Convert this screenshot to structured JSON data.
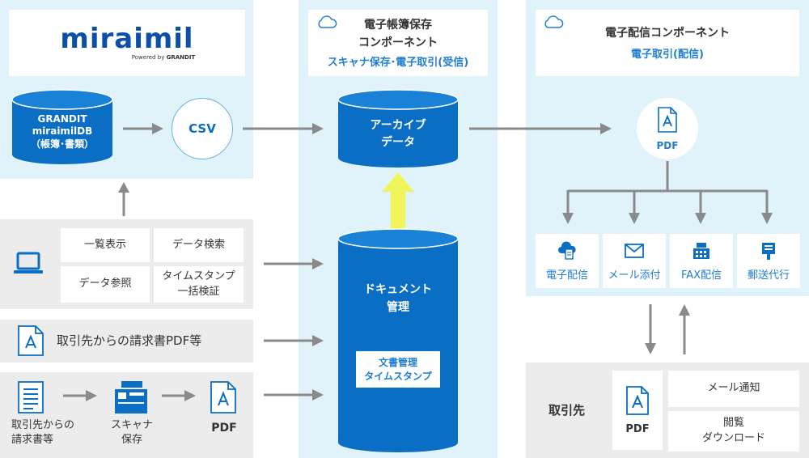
{
  "logo": {
    "brand": "miraimil",
    "powered_by": "Powered by",
    "powered_brand": "GRANDIT"
  },
  "db": {
    "title": "GRANDIT\nmiraimilDB\n（帳簿･書類）"
  },
  "csv": "CSV",
  "functions": [
    "一覧表示",
    "データ検索",
    "データ参照",
    "タイムスタンプ\n一括検証"
  ],
  "invoice_pdf": "取引先からの請求書PDF等",
  "flow": {
    "paper": "取引先からの\n請求書等",
    "scanner": "スキャナ\n保存",
    "pdf": "PDF"
  },
  "storage": {
    "title": "電子帳簿保存\nコンポーネント",
    "subtitle": "スキャナ保存･電子取引(受信)"
  },
  "archive": "アーカイブ\nデータ",
  "document": {
    "title": "ドキュメント\n管理",
    "inner": "文書管理\nタイムスタンプ"
  },
  "delivery": {
    "title": "電子配信コンポーネント",
    "subtitle": "電子取引(配信)"
  },
  "delivery_pdf": "PDF",
  "methods": [
    "電子配信",
    "メール添付",
    "FAX配信",
    "郵送代行"
  ],
  "partner": {
    "label": "取引先",
    "pdf": "PDF",
    "mail": "メール通知",
    "view": "閲覧\nダウンロード"
  },
  "colors": {
    "light_blue": "#e0f3fb",
    "blue": "#0a6ec4",
    "blue_text": "#1f7ed0",
    "yellow": "#f0f55a",
    "gray": "#8a8a8a",
    "panel_gray": "#ececec"
  }
}
